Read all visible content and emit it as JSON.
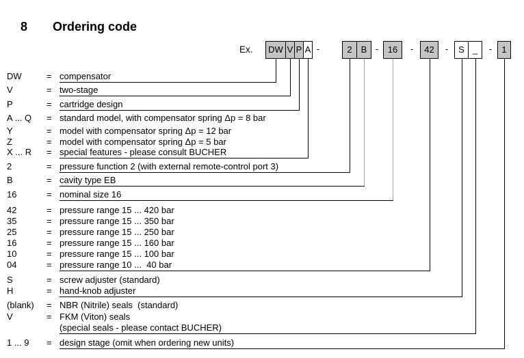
{
  "title": {
    "number": "8",
    "text": "Ordering code"
  },
  "example": {
    "label": "Ex.",
    "separator": "-",
    "groups": [
      [
        "DW",
        "V",
        "P",
        "A"
      ],
      [
        "2",
        "B"
      ],
      [
        "16"
      ],
      [
        "42"
      ],
      [
        "S",
        "_"
      ],
      [
        "1"
      ]
    ],
    "filled_boxes": [
      "DW",
      "V",
      "P",
      "2",
      "B",
      "16",
      "42",
      "1"
    ]
  },
  "equals_sign": "=",
  "rows": [
    {
      "code": "DW",
      "desc": "compensator",
      "connects_to": "DW"
    },
    {
      "code": "V",
      "desc": "two-stage",
      "connects_to": "V"
    },
    {
      "code": "P",
      "desc": "cartridge design",
      "connects_to": "P"
    },
    {
      "code": "A ... Q",
      "desc": "standard model, with compensator spring Δp = 8 bar"
    },
    {
      "code": "Y",
      "desc": "model with compensator spring Δp = 12 bar"
    },
    {
      "code": "Z",
      "desc": "model with compensator spring Δp = 5 bar"
    },
    {
      "code": "X ... R",
      "desc": "special features - please consult BUCHER",
      "connects_to": "A"
    },
    {
      "code": "2",
      "desc": "pressure function 2 (with external remote-control port 3)",
      "connects_to": "2"
    },
    {
      "code": "B",
      "desc": "cavity type EB",
      "connects_to": "B",
      "line_shade": "gray"
    },
    {
      "code": "16",
      "desc": "nominal size 16",
      "connects_to": "16",
      "line_shade": "gray"
    },
    {
      "code": "42",
      "desc": "pressure range 15 ... 420 bar"
    },
    {
      "code": "35",
      "desc": "pressure range 15 ... 350 bar"
    },
    {
      "code": "25",
      "desc": "pressure range 15 ... 250 bar"
    },
    {
      "code": "16",
      "desc": "pressure range 15 ... 160 bar"
    },
    {
      "code": "10",
      "desc": "pressure range 15 ... 100 bar"
    },
    {
      "code": "04",
      "desc": "pressure range 10 ...  40 bar",
      "connects_to": "42"
    },
    {
      "code": "S",
      "desc": "screw adjuster (standard)"
    },
    {
      "code": "H",
      "desc": "hand-knob adjuster",
      "connects_to": "S"
    },
    {
      "code": "(blank)",
      "desc": "NBR (Nitrile) seals  (standard)"
    },
    {
      "code": "V",
      "desc": "FKM (Viton) seals"
    },
    {
      "code": "",
      "desc": "(special seals - please contact BUCHER)",
      "connects_to": "_"
    },
    {
      "code": "1 ... 9",
      "desc": "design stage (omit when ordering new units)",
      "connects_to": "1"
    }
  ],
  "colors": {
    "background": "#ffffff",
    "text": "#000000",
    "box_fill": "#c4c4c4",
    "box_border": "#000000",
    "line_black": "#000000",
    "line_gray": "#a6a6a6"
  }
}
